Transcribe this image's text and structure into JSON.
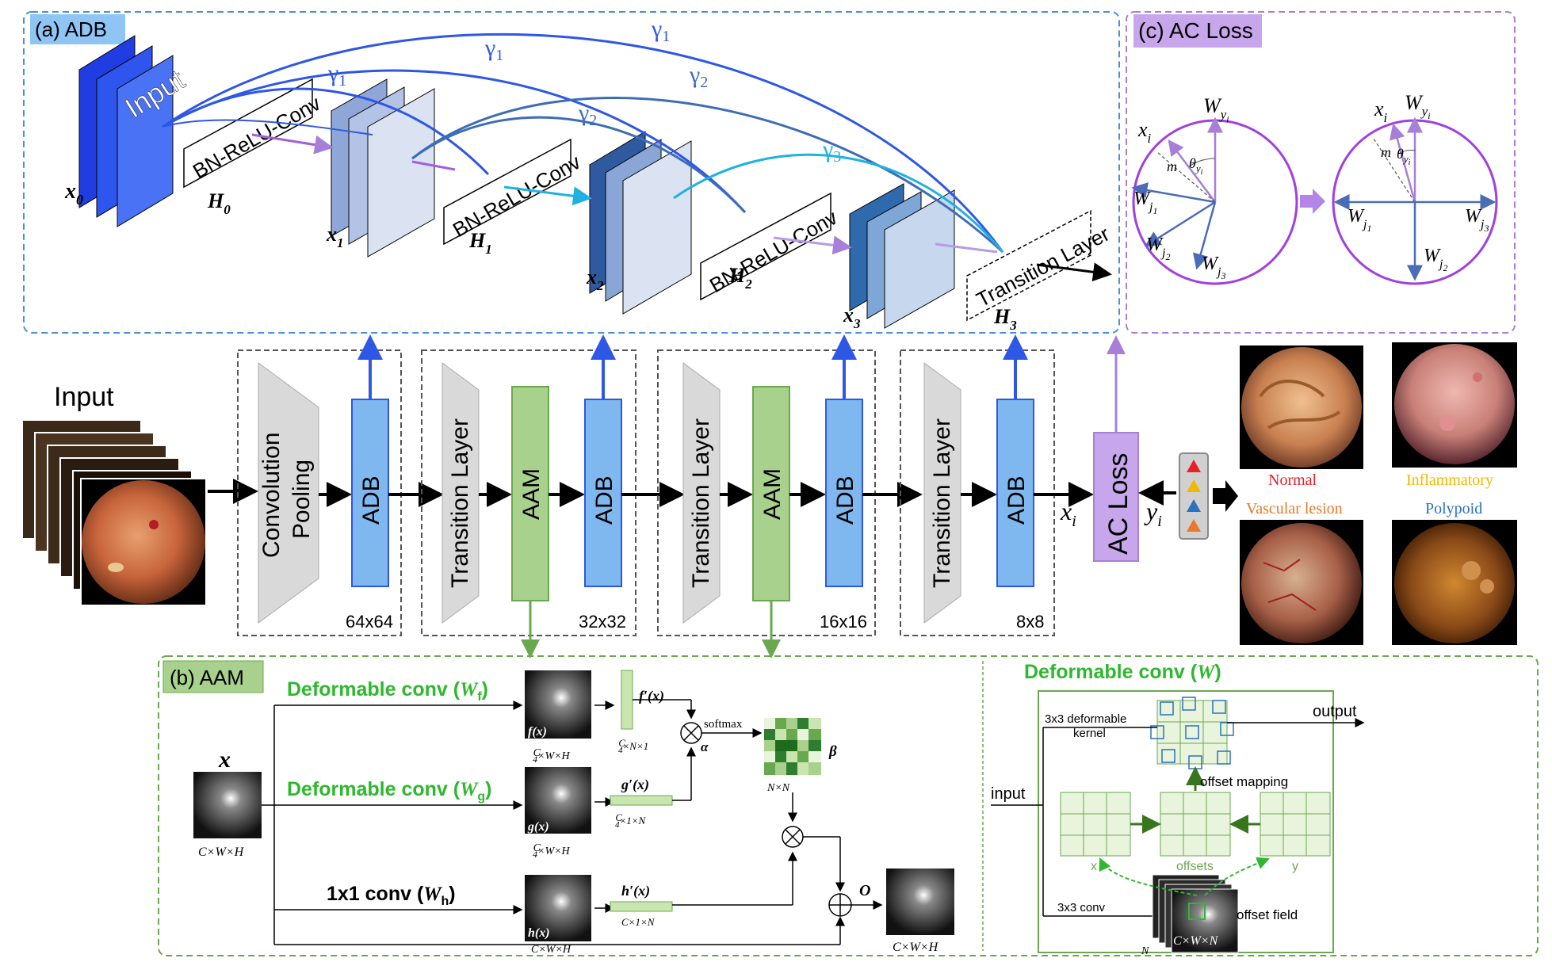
{
  "panels": {
    "adb_title": "(a) ADB",
    "ac_title": "(c)  AC Loss",
    "aam_title": "(b) AAM"
  },
  "adb": {
    "input_label": "Input",
    "x0": "x",
    "x0_sub": "0",
    "x1": "x",
    "x1_sub": "1",
    "x2": "x",
    "x2_sub": "2",
    "x3": "x",
    "x3_sub": "3",
    "h0": "H",
    "h0_sub": "0",
    "h1": "H",
    "h1_sub": "1",
    "h2": "H",
    "h2_sub": "2",
    "h3": "H",
    "h3_sub": "3",
    "block_text": "BN-ReLU-Conv",
    "transition_text": "Transition Layer",
    "gamma": "γ",
    "g1": "1",
    "g2": "2",
    "g3": "3"
  },
  "ac": {
    "w_yi": "W",
    "w_yi_sub": "y",
    "w_yi_subsub": "i",
    "xi": "x",
    "xi_sub": "i",
    "m": "m",
    "theta": "θ",
    "theta_sub": "y",
    "theta_subsub": "i",
    "wj": "W",
    "j1": "j",
    "j1n": "1",
    "j2n": "2",
    "j3n": "3"
  },
  "main": {
    "input_label": "Input",
    "conv_text": "Convolution",
    "pool_text": "Pooling",
    "adb_text": "ADB",
    "transition_text": "Transition Layer",
    "aam_text": "AAM",
    "ac_loss_text": "AC Loss",
    "sizes": [
      "64x64",
      "32x32",
      "16x16",
      "8x8"
    ],
    "xi": "x",
    "xi_sub": "i",
    "yi": "y",
    "yi_sub": "i"
  },
  "classes": {
    "normal": "Normal",
    "inflammatory": "Inflammatory",
    "vascular": "Vascular lesion",
    "polypoid": "Polypoid",
    "colors": {
      "normal": "#e8202a",
      "inflammatory": "#f2b800",
      "vascular": "#e8782a",
      "polypoid": "#2a72c0"
    }
  },
  "aam": {
    "x_label": "x",
    "cwh": "C×W×H",
    "def_f": "Deformable conv (",
    "wf": "W",
    "wf_sub": "f",
    "def_g": "Deformable conv (",
    "wg": "W",
    "wg_sub": "g",
    "conv1": "1x1 conv (",
    "wh": "W",
    "wh_sub": "h",
    "fx": "f(x)",
    "gx": "g(x)",
    "hx": "h(x)",
    "c4whx": "×W×H",
    "fpx": "f′(x)",
    "gpx": "g′(x)",
    "hpx": "h′(x)",
    "n1": "×N×1",
    "1n": "×1×N",
    "c1n": "C×1×N",
    "softmax": "softmax",
    "alpha": "α",
    "beta": "β",
    "nn": "N×N",
    "o": "O",
    "cwh_out": "C×W×H"
  },
  "deform": {
    "title": "Deformable conv (",
    "w": "W",
    "kernel_label_1": "3x3 deformable",
    "kernel_label_2": "kernel",
    "output": "output",
    "input": "input",
    "offset_mapping": "offset mapping",
    "x": "x",
    "offsets": "offsets",
    "y": "y",
    "conv3": "3x3 conv",
    "offset_field": "offset field",
    "cwn": "C×W×N",
    "n": "N"
  }
}
